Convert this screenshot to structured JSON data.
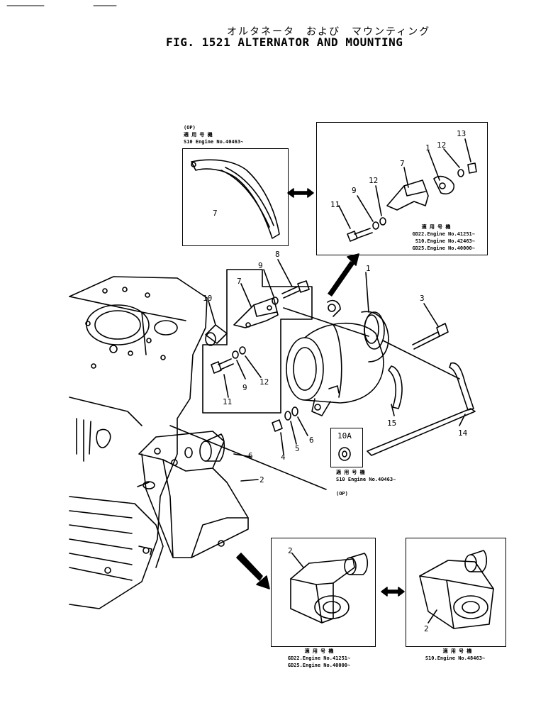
{
  "title": {
    "japanese": "オルタネータ　および　マウンティング",
    "english": "FIG. 1521  ALTERNATOR AND MOUNTING"
  },
  "top_left_box": {
    "op": "(OP)",
    "applicable": "適 用 号 機",
    "engine_line": "S10  Engine No.40463~",
    "part_number": "7"
  },
  "top_right_box": {
    "parts": [
      "13",
      "12",
      "1",
      "7",
      "12",
      "9",
      "11"
    ],
    "applicable": "適 用 号 機",
    "engine_lines": [
      "GD22.Engine  No.41251~",
      "S10.Engine  No.42463~",
      "GD25.Engine  No.40000~"
    ]
  },
  "main_labels": [
    "8",
    "9",
    "7",
    "1",
    "10",
    "3",
    "11",
    "9",
    "12",
    "15",
    "6",
    "5",
    "4",
    "6",
    "14",
    "2",
    "10A"
  ],
  "center_note": {
    "applicable": "適 用 号 機",
    "engine_line": "S10  Engine No.40463~",
    "op": "(OP)"
  },
  "bottom_left_box": {
    "part_number": "2",
    "applicable": "適 用 号 機",
    "engine_lines": [
      "GD22.Engine  No.41251~",
      "GD25.Engine  No.40000~"
    ]
  },
  "bottom_right_box": {
    "part_number": "2",
    "applicable": "適 用 号 機",
    "engine_line": "S10.Engine  No.48463~"
  }
}
